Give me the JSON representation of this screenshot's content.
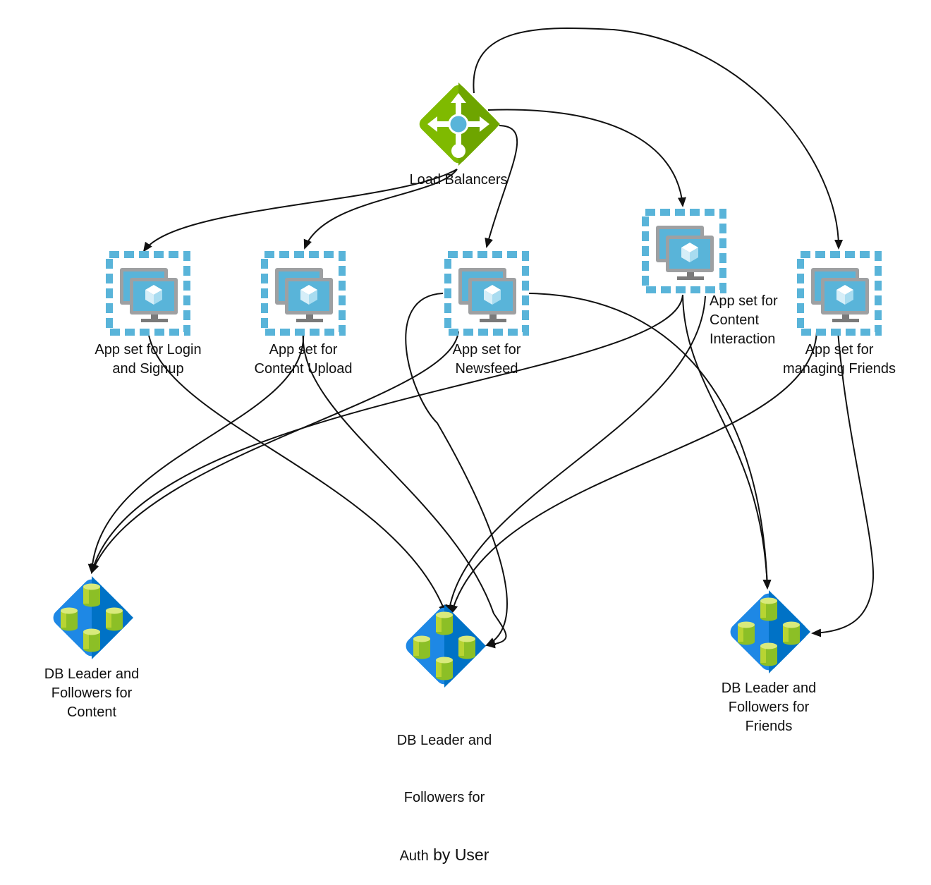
{
  "load_balancer": {
    "label": "Load Balancers",
    "icon": "load-balancer-icon"
  },
  "app_sets": [
    {
      "id": "login",
      "label": "App set for Login\nand Signup",
      "icon": "vm-scale-set-icon"
    },
    {
      "id": "upload",
      "label": "App set for\nContent Upload",
      "icon": "vm-scale-set-icon"
    },
    {
      "id": "newsfeed",
      "label": "App set for\nNewsfeed",
      "icon": "vm-scale-set-icon"
    },
    {
      "id": "interaction",
      "label": "App set for\nContent\nInteraction",
      "icon": "vm-scale-set-icon"
    },
    {
      "id": "friends",
      "label": "App set for\nmanaging Friends",
      "icon": "vm-scale-set-icon"
    }
  ],
  "databases": [
    {
      "id": "content",
      "label": "DB Leader and\nFollowers for\nContent",
      "icon": "database-cluster-icon"
    },
    {
      "id": "auth",
      "label_lines": [
        "DB Leader and",
        "Followers for"
      ],
      "label_last_a": "Auth",
      "label_last_b": " by User",
      "icon": "database-cluster-icon"
    },
    {
      "id": "friends_db",
      "label": "DB Leader and\nFollowers for\nFriends",
      "icon": "database-cluster-icon"
    }
  ],
  "colors": {
    "lb_green": "#7fba00",
    "lb_dark": "#5e8f0b",
    "lb_dot": "#59b4d9",
    "vm_blue": "#59b4d9",
    "monitor_gray": "#9ea0a2",
    "db_blue": "#0072c6",
    "db_light": "#1e88e5",
    "cyl_green": "#b8d432",
    "cyl_dark": "#7fba00",
    "edge": "#111111"
  }
}
